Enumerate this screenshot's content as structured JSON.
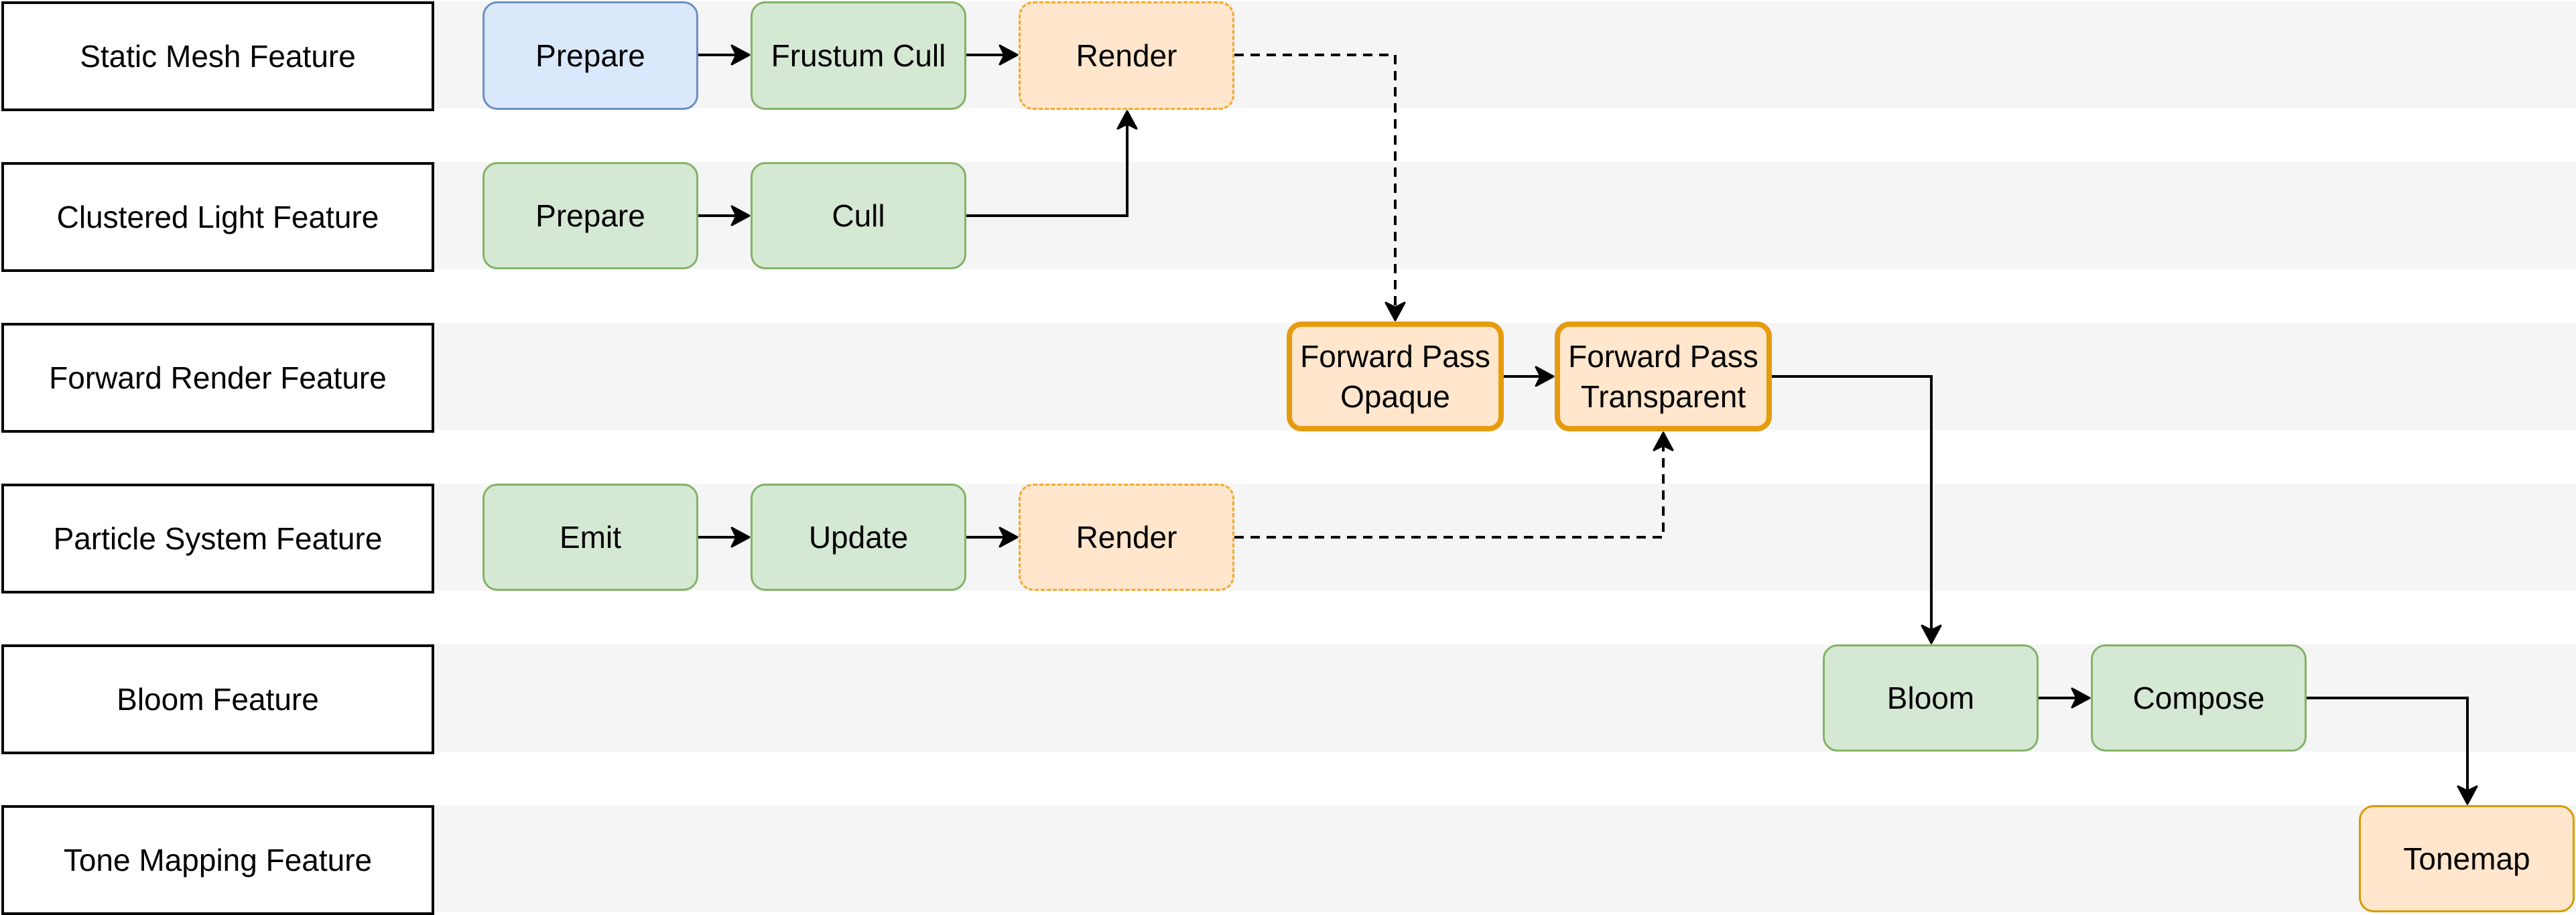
{
  "lanes": [
    {
      "label": "Static Mesh Feature"
    },
    {
      "label": "Clustered Light Feature"
    },
    {
      "label": "Forward Render Feature"
    },
    {
      "label": "Particle System Feature"
    },
    {
      "label": "Bloom Feature"
    },
    {
      "label": "Tone Mapping Feature"
    }
  ],
  "nodes": {
    "sm_prepare": "Prepare",
    "sm_cull": "Frustum Cull",
    "sm_render": "Render",
    "cl_prepare": "Prepare",
    "cl_cull": "Cull",
    "fw_opaque": "Forward Pass\nOpaque",
    "fw_transparent": "Forward Pass\nTransparent",
    "ps_emit": "Emit",
    "ps_update": "Update",
    "ps_render": "Render",
    "bl_bloom": "Bloom",
    "bl_compose": "Compose",
    "tm_tonemap": "Tonemap"
  },
  "colors": {
    "blue_fill": "#dae8fc",
    "blue_stroke": "#6c8ebf",
    "green_fill": "#d5e8d4",
    "green_stroke": "#82b366",
    "orange_fill": "#ffe6cc",
    "orange_stroke": "#d79b00",
    "lane_bg": "#f5f5f5"
  },
  "edges": [
    {
      "from": "sm_prepare",
      "to": "sm_cull",
      "style": "solid"
    },
    {
      "from": "sm_cull",
      "to": "sm_render",
      "style": "solid"
    },
    {
      "from": "cl_prepare",
      "to": "cl_cull",
      "style": "solid"
    },
    {
      "from": "cl_cull",
      "to": "sm_render",
      "style": "solid"
    },
    {
      "from": "sm_render",
      "to": "fw_opaque",
      "style": "dashed"
    },
    {
      "from": "fw_opaque",
      "to": "fw_transparent",
      "style": "solid"
    },
    {
      "from": "ps_emit",
      "to": "ps_update",
      "style": "solid"
    },
    {
      "from": "ps_update",
      "to": "ps_render",
      "style": "solid"
    },
    {
      "from": "ps_render",
      "to": "fw_transparent",
      "style": "dashed"
    },
    {
      "from": "fw_transparent",
      "to": "bl_bloom",
      "style": "solid"
    },
    {
      "from": "bl_bloom",
      "to": "bl_compose",
      "style": "solid"
    },
    {
      "from": "bl_compose",
      "to": "tm_tonemap",
      "style": "solid"
    }
  ]
}
